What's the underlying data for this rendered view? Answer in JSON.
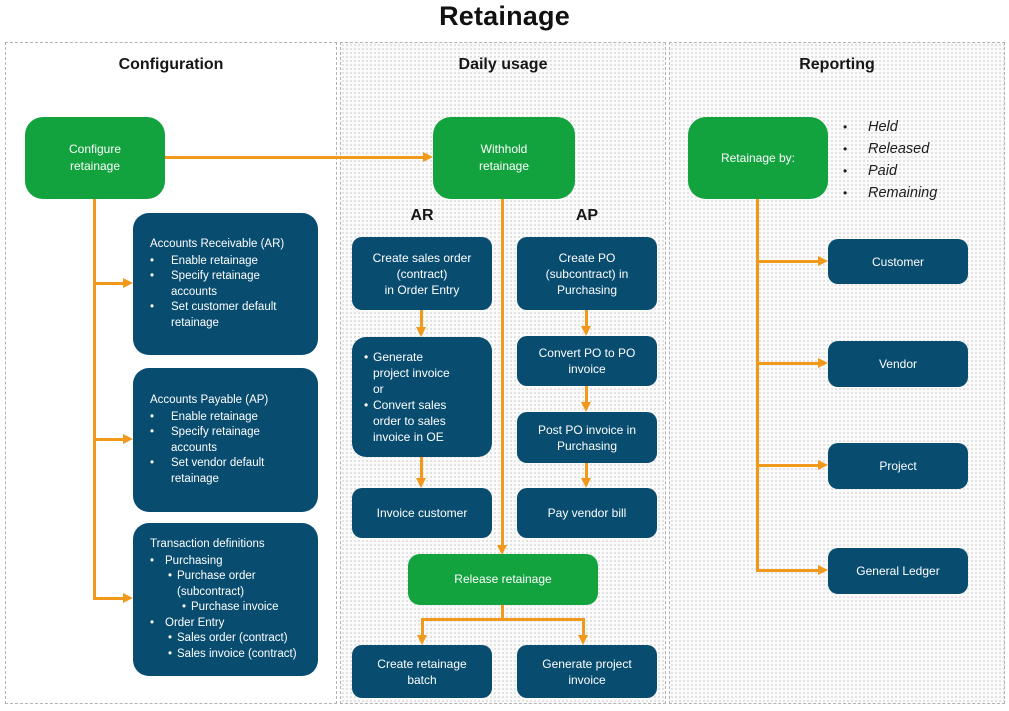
{
  "title": "Retainage",
  "colors": {
    "node_green": "#12A33E",
    "node_navy": "#084C70",
    "connector_orange": "#F0991A"
  },
  "panels": {
    "configuration": {
      "header": "Configuration",
      "start_label": "Configure\nretainage",
      "ar_box": {
        "title": "Accounts Receivable (AR)",
        "bullets": [
          "Enable retainage",
          "Specify retainage\naccounts",
          "Set customer default\nretainage"
        ]
      },
      "ap_box": {
        "title": "Accounts Payable (AP)",
        "bullets": [
          "Enable retainage",
          "Specify retainage\naccounts",
          "Set vendor default\nretainage"
        ]
      },
      "transactions_box": {
        "title": "Transaction definitions",
        "items": [
          {
            "text": "Purchasing",
            "level": 1
          },
          {
            "text": "Purchase order\n(subcontract)",
            "level": 2
          },
          {
            "text": "Purchase invoice",
            "level": 3
          },
          {
            "text": "Order Entry",
            "level": 1
          },
          {
            "text": "Sales order (contract)",
            "level": 2
          },
          {
            "text": "Sales invoice (contract)",
            "level": 2
          }
        ]
      }
    },
    "daily_usage": {
      "header": "Daily usage",
      "start_label": "Withhold\nretainage",
      "ar_label": "AR",
      "ap_label": "AP",
      "ar_steps": {
        "step1": "Create sales order\n(contract)\nin Order Entry",
        "step2_items": [
          {
            "text": "Generate\nproject invoice\nor"
          },
          {
            "text": "Convert sales\norder to sales\ninvoice in OE"
          }
        ],
        "step3": "Invoice customer"
      },
      "ap_steps": {
        "step1": "Create PO\n(subcontract) in\nPurchasing",
        "step2": "Convert PO to PO\ninvoice",
        "step3": "Post PO invoice in\nPurchasing",
        "step4": "Pay vendor bill"
      },
      "release_label": "Release retainage",
      "bottom_left": "Create retainage\nbatch",
      "bottom_right": "Generate project\ninvoice"
    },
    "reporting": {
      "header": "Reporting",
      "start_label": "Retainage by:",
      "bullets": [
        "Held",
        "Released",
        "Paid",
        "Remaining"
      ],
      "targets": [
        "Customer",
        "Vendor",
        "Project",
        "General Ledger"
      ]
    }
  }
}
